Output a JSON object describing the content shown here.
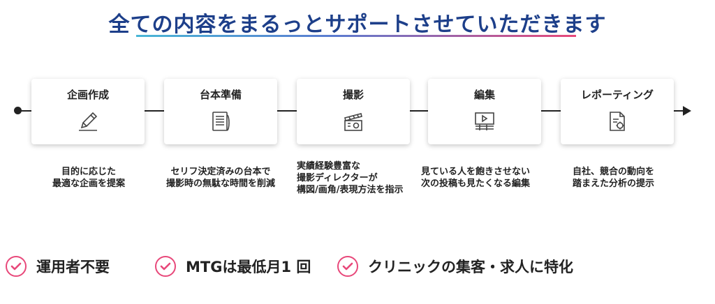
{
  "header": {
    "title": "全ての内容をまるっとサポートさせていただきます"
  },
  "steps": [
    {
      "label": "企画作成",
      "icon": "pencil-icon",
      "desc": [
        "目的に応じた",
        "最適な企画を提案"
      ]
    },
    {
      "label": "台本準備",
      "icon": "document-icon",
      "desc": [
        "セリフ決定済みの台本で",
        "撮影時の無駄な時間を削減"
      ]
    },
    {
      "label": "撮影",
      "icon": "clapperboard-icon",
      "desc": [
        "実績経験豊富な",
        "撮影ディレクターが",
        "構図/画角/表現方法を指示"
      ]
    },
    {
      "label": "編集",
      "icon": "video-edit-icon",
      "desc": [
        "見ている人を飽きさせない",
        "次の投稿も見たくなる編集"
      ]
    },
    {
      "label": "レポーティング",
      "icon": "report-icon",
      "desc": [
        "自社、競合の動向を",
        "踏まえた分析の提示"
      ]
    }
  ],
  "features": [
    {
      "label": "運用者不要"
    },
    {
      "label": "MTGは最低月1 回"
    },
    {
      "label": "クリニックの集客・求人に特化"
    }
  ],
  "colors": {
    "title": "#1d3f8a",
    "accent": "#e8487a",
    "line_start": "#49b6d6"
  }
}
